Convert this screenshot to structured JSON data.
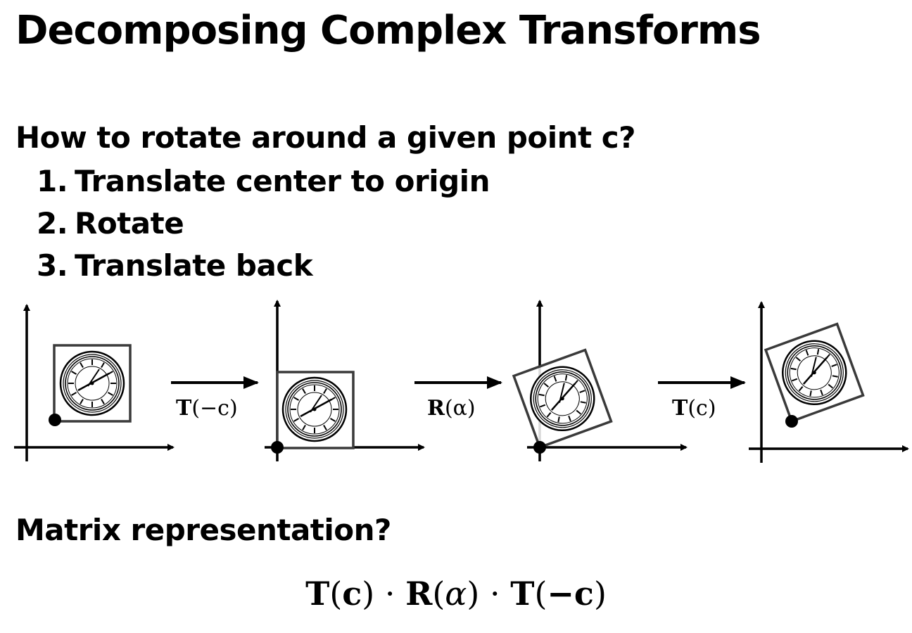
{
  "title": "Decomposing Complex Transforms",
  "question": "How to rotate around a given point c?",
  "steps": [
    {
      "num": "1.",
      "text": "Translate center to origin"
    },
    {
      "num": "2.",
      "text": "Rotate"
    },
    {
      "num": "3.",
      "text": "Translate back"
    }
  ],
  "diagram": {
    "arrow_labels": [
      {
        "op": "T",
        "arg": "(−c)"
      },
      {
        "op": "R",
        "arg": "(α)"
      },
      {
        "op": "T",
        "arg": "(c)"
      }
    ],
    "stages": [
      {
        "name": "original",
        "rotation_deg": 0
      },
      {
        "name": "translated-to-origin",
        "rotation_deg": 0
      },
      {
        "name": "rotated",
        "rotation_deg": -20
      },
      {
        "name": "translated-back",
        "rotation_deg": -20
      }
    ],
    "colors": {
      "stroke": "#000000",
      "frame": "#3a3a3a"
    }
  },
  "matrix_question": "Matrix representation?",
  "formula": {
    "t1_op": "T",
    "t1_arg": "c",
    "dot": "·",
    "r_op": "R",
    "r_arg": "α",
    "t2_op": "T",
    "t2_arg": "−c"
  }
}
